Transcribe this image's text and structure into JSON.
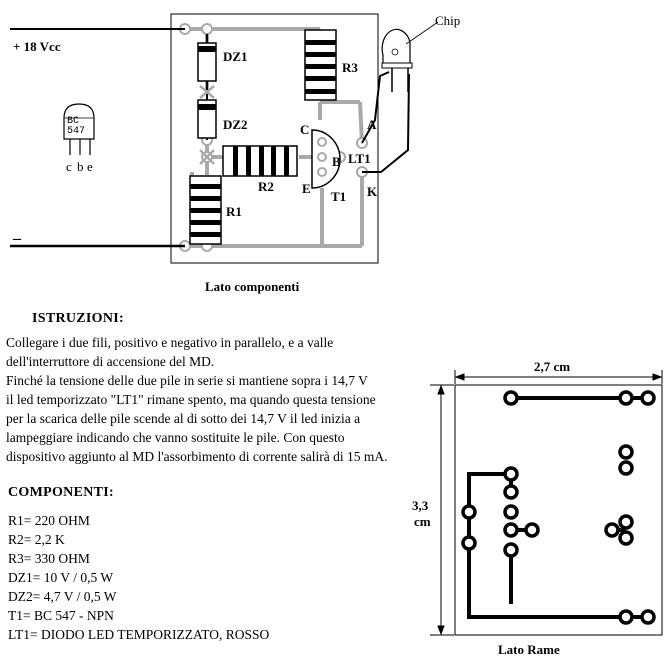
{
  "component_side": {
    "caption": "Lato  componenti",
    "supply_positive": "+ 18 Vcc",
    "supply_negative": "–",
    "labels": {
      "dz1": "DZ1",
      "dz2": "DZ2",
      "r1": "R1",
      "r2": "R2",
      "r3": "R3",
      "t1": "T1",
      "lt1": "LT1",
      "pin_c": "C",
      "pin_b": "B",
      "pin_e": "E",
      "pin_a": "A",
      "pin_k": "K",
      "chip": "Chip"
    },
    "transistor_legend": {
      "line1": "BC",
      "line2": "547",
      "pins": [
        "c",
        "b",
        "e"
      ]
    }
  },
  "instructions": {
    "heading": "ISTRUZIONI:",
    "lines": [
      "Collegare i due fili, positivo e negativo in parallelo, e a valle",
      "dell'interruttore di accensione del MD.",
      "Finché la tensione delle due pile in serie si mantiene sopra i 14,7 V",
      "il led temporizzato \"LT1\" rimane spento, ma quando questa tensione",
      "per la scarica delle pile scende al di sotto dei 14,7 V il led  inizia  a",
      "lampeggiare indicando che vanno sostituite le pile. Con questo",
      "dispositivo aggiunto al MD l'assorbimento di corrente salirà di 15 mA."
    ]
  },
  "components": {
    "heading": "COMPONENTI:",
    "items": [
      "R1=  220 OHM",
      "R2=  2,2 K",
      "R3=  330 OHM",
      "DZ1=  10 V / 0,5 W",
      "DZ2=  4,7 V / 0,5 W",
      "T1=  BC 547 - NPN",
      "LT1=  DIODO LED TEMPORIZZATO, ROSSO"
    ]
  },
  "copper_side": {
    "caption": "Lato Rame",
    "width_label": "2,7 cm",
    "height_label_1": "3,3",
    "height_label_2": "cm"
  }
}
